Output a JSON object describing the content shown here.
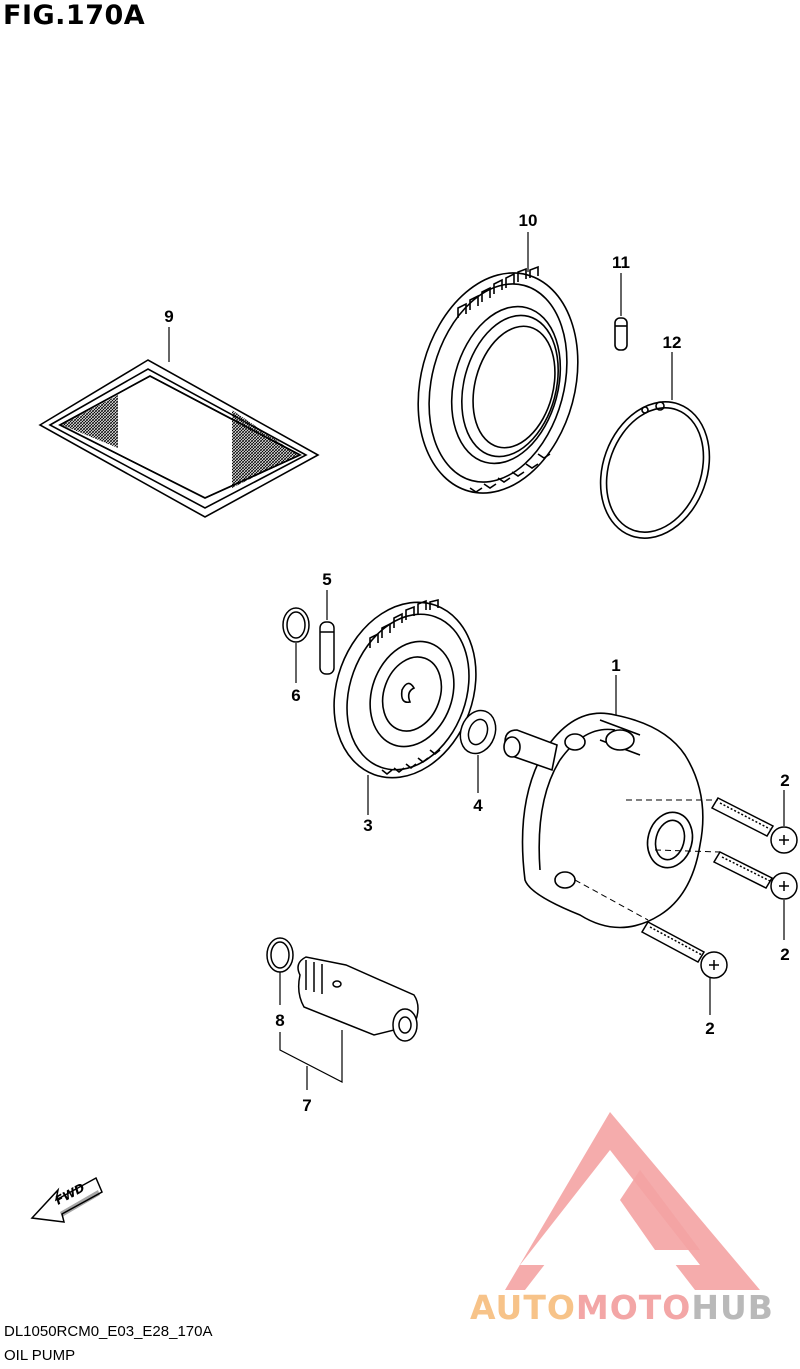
{
  "figure": {
    "title": "FIG.170A",
    "code": "DL1050RCM0_E03_E28_170A",
    "name": "OIL PUMP"
  },
  "callouts": {
    "c1": "1",
    "c2a": "2",
    "c2b": "2",
    "c2c": "2",
    "c3": "3",
    "c4": "4",
    "c5": "5",
    "c6": "6",
    "c7": "7",
    "c8": "8",
    "c9": "9",
    "c10": "10",
    "c11": "11",
    "c12": "12"
  },
  "fwd_label": "FWD",
  "watermark": {
    "part1": "AUTO",
    "part2": "MOTO",
    "part3": "HUB",
    "colors": {
      "auto": "#f7c389",
      "moto": "#f3a6a6",
      "hub": "#b9b9b9",
      "logo": "#f4a3a3"
    }
  },
  "icons": [
    "fwd-arrow-icon",
    "automotohub-logo-icon"
  ]
}
